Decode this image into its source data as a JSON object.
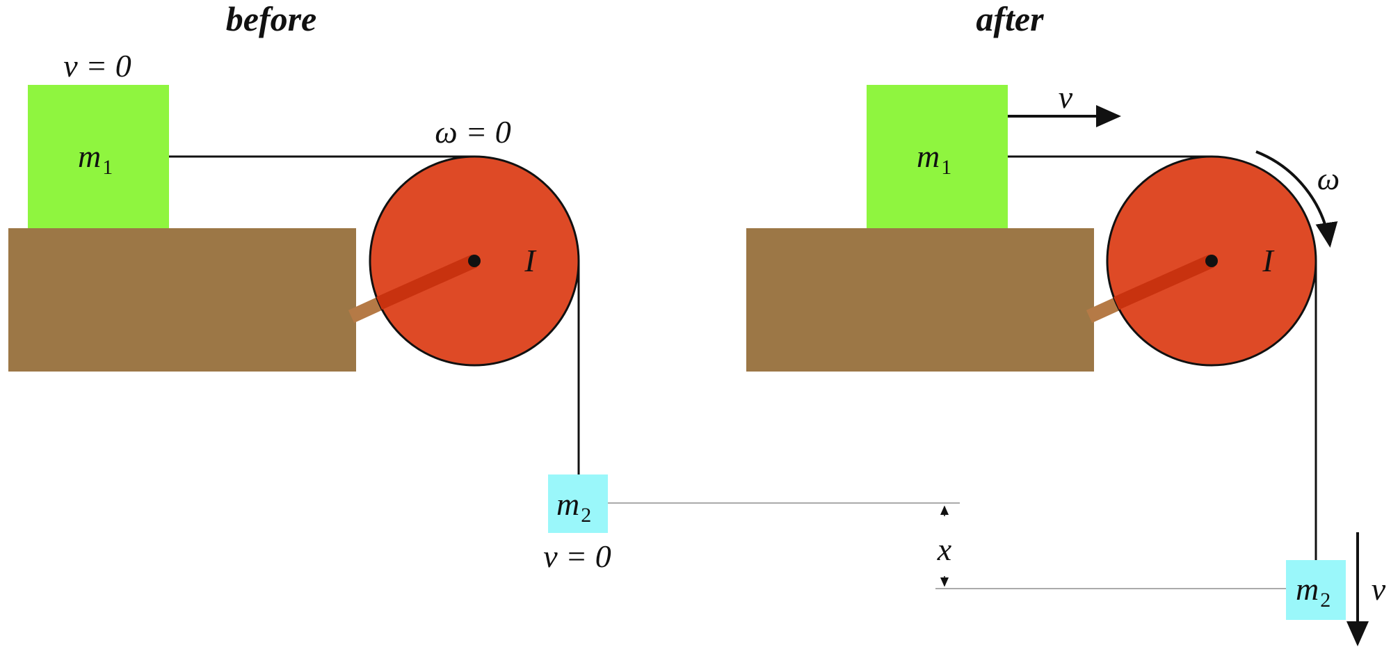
{
  "panels": {
    "before": {
      "title": "before",
      "m1_label": "m",
      "m1_sub": "1",
      "m1_velocity": "v = 0",
      "omega_label": "ω = 0",
      "inertia_label": "I",
      "m2_label": "m",
      "m2_sub": "2",
      "m2_velocity": "v = 0"
    },
    "after": {
      "title": "after",
      "m1_label": "m",
      "m1_sub": "1",
      "m1_velocity": "v",
      "omega_label": "ω",
      "inertia_label": "I",
      "m2_label": "m",
      "m2_sub": "2",
      "m2_velocity": "v"
    }
  },
  "displacement_label": "x",
  "colors": {
    "block_m1": "#8ff53f",
    "table": "#9c7746",
    "table_arm": "#b57a46",
    "pulley": "#de4a26",
    "pulley_spoke": "#c8320f",
    "block_m2": "#9af7fa",
    "string": "#111111",
    "guide_line": "#aaaaaa"
  }
}
